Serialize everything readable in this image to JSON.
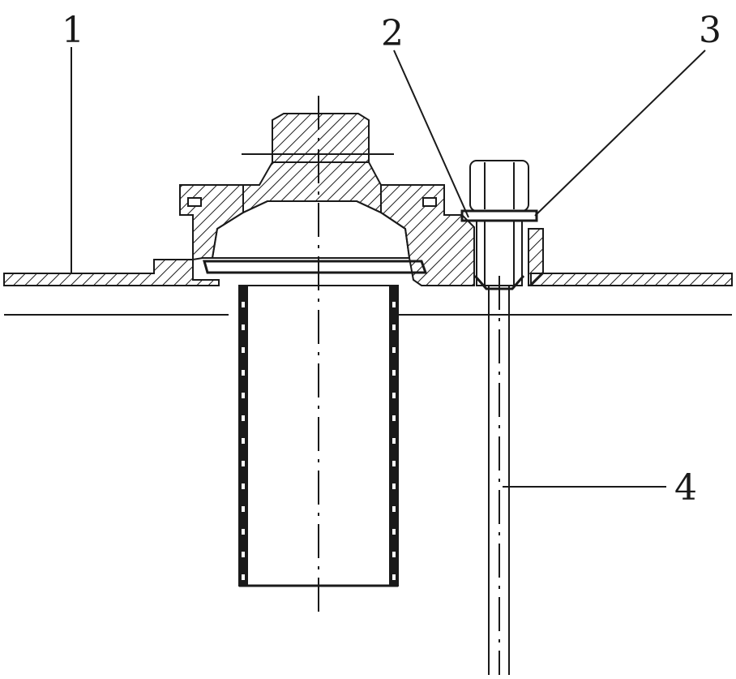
{
  "figure": {
    "callouts": [
      {
        "id": "1",
        "label": "1"
      },
      {
        "id": "2",
        "label": "2"
      },
      {
        "id": "3",
        "label": "3"
      },
      {
        "id": "4",
        "label": "4"
      }
    ],
    "colors": {
      "line": "#1a1a1a",
      "background": "#ffffff"
    }
  }
}
